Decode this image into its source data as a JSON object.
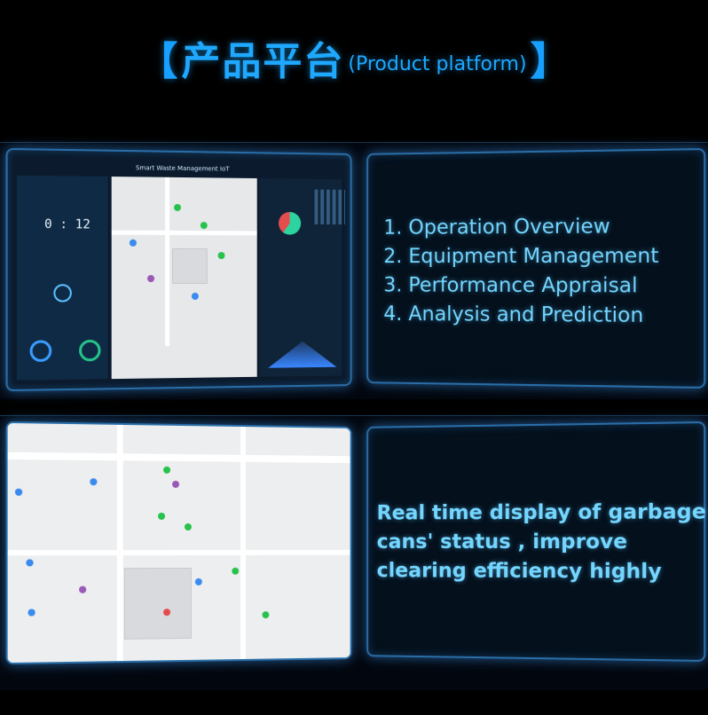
{
  "header": {
    "bracket_open": "【",
    "title_zh": "产品平台",
    "title_en": "(Product platform)",
    "bracket_close": "】"
  },
  "panel1": {
    "dashboard_title": "Smart Waste Management IoT",
    "timer": "0 : 12",
    "features": [
      "1. Operation Overview",
      "2. Equipment Management",
      "3. Performance Appraisal",
      "4. Analysis and Prediction"
    ]
  },
  "panel2": {
    "description_lines": [
      "Real time display of garbage",
      "cans' status , improve",
      "clearing efficiency highly"
    ]
  },
  "colors": {
    "accent": "#1ea8ff",
    "text_glow": "#74d6ff",
    "frame": "#2a6ea8",
    "pin_green": "#27c24c",
    "pin_blue": "#3a8bef"
  }
}
